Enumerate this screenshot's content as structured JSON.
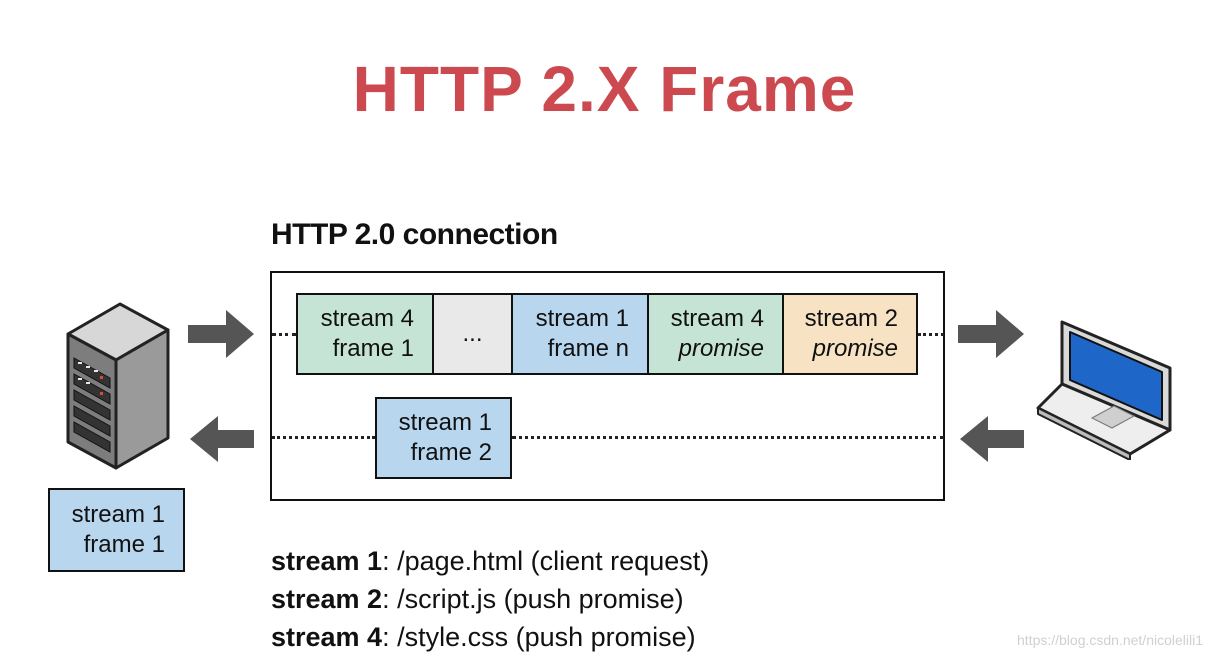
{
  "title": "HTTP 2.X Frame",
  "connection_label": "HTTP 2.0 connection",
  "outgoing_frames": [
    {
      "line1": "stream 4",
      "line2": "frame 1",
      "italic": false,
      "color": "#c6e4d5"
    },
    {
      "line1": "...",
      "line2": "",
      "italic": false,
      "color": "#e9e9e9"
    },
    {
      "line1": "stream 1",
      "line2": "frame n",
      "italic": false,
      "color": "#b8d6ee"
    },
    {
      "line1": "stream 4",
      "line2": "promise",
      "italic": true,
      "color": "#c6e4d5"
    },
    {
      "line1": "stream 2",
      "line2": "promise",
      "italic": true,
      "color": "#f7e2c4"
    }
  ],
  "incoming_frame": {
    "line1": "stream 1",
    "line2": "frame 2",
    "color": "#b8d6ee"
  },
  "server_frame": {
    "line1": "stream 1",
    "line2": "frame 1",
    "color": "#b8d6ee"
  },
  "legend": [
    {
      "stream": "stream 1",
      "desc": ": /page.html  (client request)"
    },
    {
      "stream": "stream 2",
      "desc": ": /script.js  (push promise)"
    },
    {
      "stream": "stream 4",
      "desc": ": /style.css  (push promise)"
    }
  ],
  "watermark": "https://blog.csdn.net/nicolelili1",
  "colors": {
    "title": "#cc4a4f",
    "arrow": "#555555",
    "screen": "#1f66c9"
  },
  "icons": {
    "server": "server-tower-icon",
    "client": "laptop-icon"
  }
}
